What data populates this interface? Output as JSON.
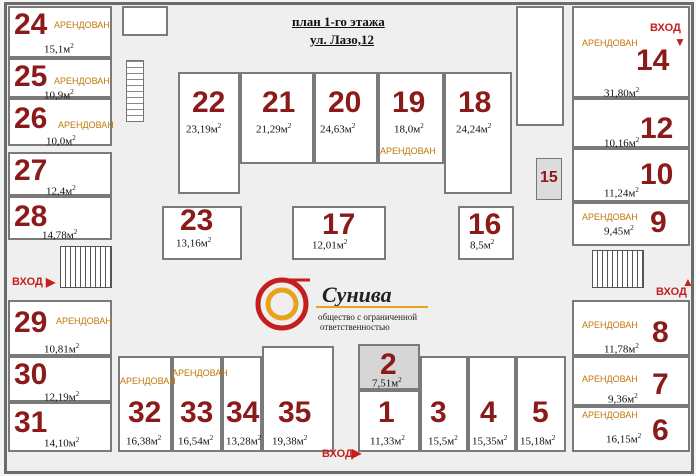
{
  "title_line1": "план  1-го  этажа",
  "title_line2": "ул. Лазо,12",
  "logo": {
    "name": "Сунива",
    "sub1": "общество с ограниченной",
    "sub2": "ответственностью",
    "colors": {
      "ring_outer": "#c41e1e",
      "ring_inner": "#e8a21c"
    }
  },
  "rented_label": "АРЕНДОВАН",
  "entry_label": "ВХОД",
  "rooms": {
    "r1": {
      "num": "1",
      "area": "11,33м",
      "rented": false
    },
    "r2": {
      "num": "2",
      "area": "7,51м",
      "rented": false
    },
    "r3": {
      "num": "3",
      "area": "15,5м",
      "rented": false
    },
    "r4": {
      "num": "4",
      "area": "15,35м",
      "rented": false
    },
    "r5": {
      "num": "5",
      "area": "15,18м",
      "rented": false
    },
    "r6": {
      "num": "6",
      "area": "16,15м",
      "rented": true
    },
    "r7": {
      "num": "7",
      "area": "9,36м",
      "rented": true
    },
    "r8": {
      "num": "8",
      "area": "11,78м",
      "rented": true
    },
    "r9": {
      "num": "9",
      "area": "9,45м",
      "rented": true
    },
    "r10": {
      "num": "10",
      "area": "11,24м",
      "rented": false
    },
    "r12": {
      "num": "12",
      "area": "10,16м",
      "rented": false
    },
    "r14": {
      "num": "14",
      "area": "31,80м",
      "rented": true
    },
    "r15": {
      "num": "15",
      "area": "",
      "rented": false
    },
    "r16": {
      "num": "16",
      "area": "8,5м",
      "rented": false
    },
    "r17": {
      "num": "17",
      "area": "12,01м",
      "rented": false
    },
    "r18": {
      "num": "18",
      "area": "24,24м",
      "rented": false
    },
    "r19": {
      "num": "19",
      "area": "18,0м",
      "rented": true
    },
    "r20": {
      "num": "20",
      "area": "24,63м",
      "rented": false
    },
    "r21": {
      "num": "21",
      "area": "21,29м",
      "rented": false
    },
    "r22": {
      "num": "22",
      "area": "23,19м",
      "rented": false
    },
    "r23": {
      "num": "23",
      "area": "13,16м",
      "rented": false
    },
    "r24": {
      "num": "24",
      "area": "15,1м",
      "rented": true
    },
    "r25": {
      "num": "25",
      "area": "10,9м",
      "rented": true
    },
    "r26": {
      "num": "26",
      "area": "10,0м",
      "rented": true
    },
    "r27": {
      "num": "27",
      "area": "12,4м",
      "rented": false
    },
    "r28": {
      "num": "28",
      "area": "14,78м",
      "rented": false
    },
    "r29": {
      "num": "29",
      "area": "10,81м",
      "rented": true
    },
    "r30": {
      "num": "30",
      "area": "12,19м",
      "rented": false
    },
    "r31": {
      "num": "31",
      "area": "14,10м",
      "rented": false
    },
    "r32": {
      "num": "32",
      "area": "16,38м",
      "rented": true
    },
    "r33": {
      "num": "33",
      "area": "16,54м",
      "rented": true
    },
    "r34": {
      "num": "34",
      "area": "13,28м",
      "rented": false
    },
    "r35": {
      "num": "35",
      "area": "19,38м",
      "rented": false
    }
  },
  "sq_mark": "2"
}
